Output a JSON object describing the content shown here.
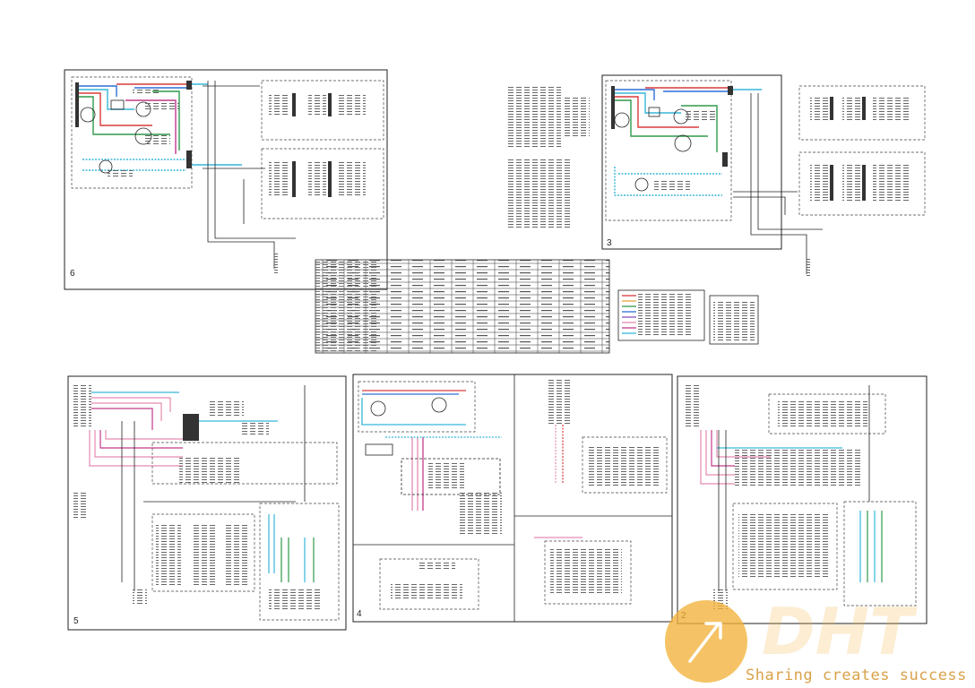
{
  "panels": [
    {
      "id": "panel-6",
      "number": "6"
    },
    {
      "id": "panel-3",
      "number": "3"
    },
    {
      "id": "panel-5",
      "number": "5"
    },
    {
      "id": "panel-4",
      "number": "4"
    },
    {
      "id": "panel-2",
      "number": "2"
    }
  ],
  "watermark": {
    "logo_text": "DHT",
    "tagline": "Sharing creates success"
  },
  "colors": {
    "line": "#222222",
    "blue": "#2f6fd6",
    "cyan": "#36b6d9",
    "red": "#d93a3a",
    "green": "#2e9a4a",
    "pink": "#e58ab0",
    "magenta": "#c23a8a",
    "orange": "#e8a33a",
    "purple": "#8a4fc0",
    "watermark_orange": "#f2b23a"
  }
}
